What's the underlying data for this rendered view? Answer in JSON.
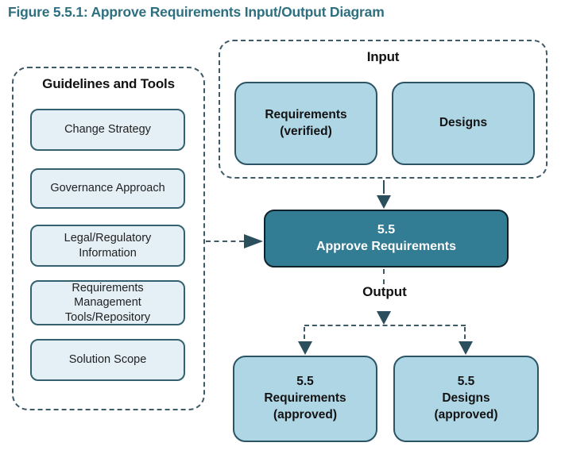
{
  "title": "Figure 5.5.1: Approve Requirements Input/Output Diagram",
  "colors": {
    "title_text": "#2E6F80",
    "dashed_border": "#3D5A66",
    "light_box_fill": "#E4F0F5",
    "light_box_border": "#35616F",
    "medium_box_fill": "#AFD6E5",
    "medium_box_border": "#2B5465",
    "process_box_fill": "#327C94",
    "process_box_border": "#10222C",
    "process_box_text": "#FFFFFF",
    "arrow": "#2C4F5D",
    "dark_text": "#131313"
  },
  "guidelines": {
    "label": "Guidelines and Tools",
    "items": [
      "Change Strategy",
      "Governance Approach",
      "Legal/Regulatory Information",
      "Requirements Management Tools/Repository",
      "Solution Scope"
    ]
  },
  "input": {
    "label": "Input",
    "items": [
      "Requirements\n(verified)",
      "Designs"
    ]
  },
  "process": {
    "label": "5.5\nApprove Requirements"
  },
  "output": {
    "label": "Output",
    "items": [
      "5.5\nRequirements\n(approved)",
      "5.5\nDesigns\n(approved)"
    ]
  }
}
